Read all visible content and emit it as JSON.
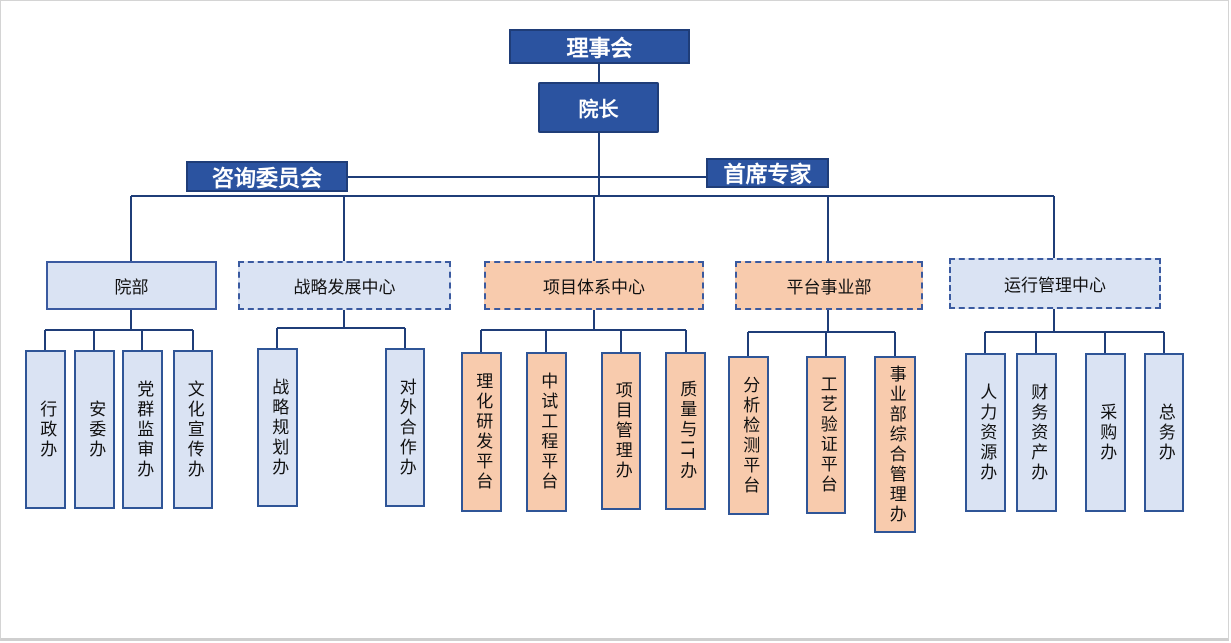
{
  "governance": {
    "board": "理事会",
    "president": "院长",
    "advisory": "咨询委员会",
    "chief_expert": "首席专家"
  },
  "departments": [
    {
      "name": "院部",
      "color": "#dae3f3",
      "border": "solid",
      "units": [
        "行政办",
        "安委办",
        "党群监审办",
        "文化宣传办"
      ]
    },
    {
      "name": "战略发展中心",
      "color": "#dae3f3",
      "border": "dashed",
      "units": [
        "战略规划办",
        "对外合作办"
      ]
    },
    {
      "name": "项目体系中心",
      "color": "#f8cbad",
      "border": "dashed",
      "units": [
        "理化研发平台",
        "中试工程平台",
        "项目管理办",
        "质量与IT办"
      ]
    },
    {
      "name": "平台事业部",
      "color": "#f8cbad",
      "border": "dashed",
      "units": [
        "分析检测平台",
        "工艺验证平台",
        "事业部综合管理办"
      ]
    },
    {
      "name": "运行管理中心",
      "color": "#dae3f3",
      "border": "dashed",
      "units": [
        "人力资源办",
        "财务资产办",
        "采购办",
        "总务办"
      ]
    }
  ]
}
